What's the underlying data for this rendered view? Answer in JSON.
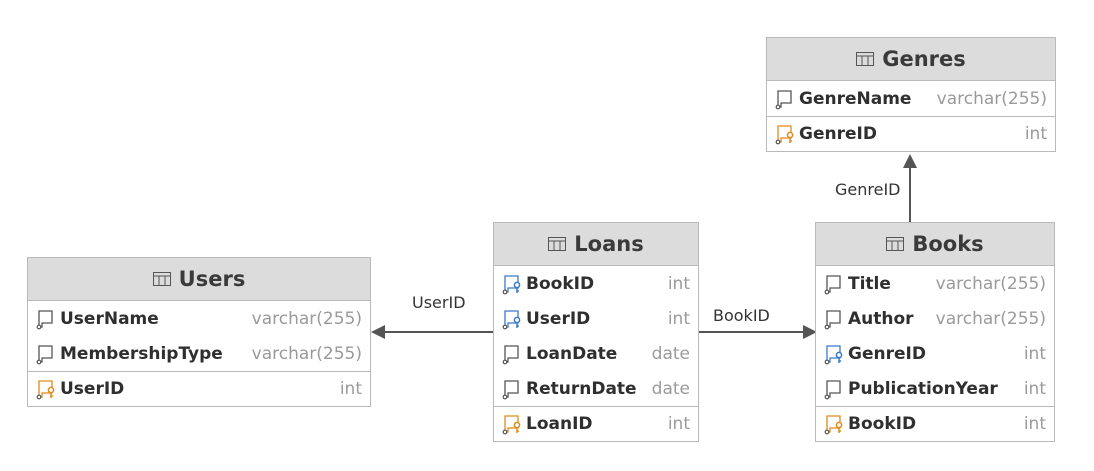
{
  "tables": {
    "genres": {
      "name": "Genres",
      "columns": [
        {
          "name": "GenreName",
          "type": "varchar(255)",
          "key": "none"
        },
        {
          "name": "GenreID",
          "type": "int",
          "key": "pk"
        }
      ]
    },
    "users": {
      "name": "Users",
      "columns": [
        {
          "name": "UserName",
          "type": "varchar(255)",
          "key": "none"
        },
        {
          "name": "MembershipType",
          "type": "varchar(255)",
          "key": "none"
        },
        {
          "name": "UserID",
          "type": "int",
          "key": "pk"
        }
      ]
    },
    "loans": {
      "name": "Loans",
      "columns": [
        {
          "name": "BookID",
          "type": "int",
          "key": "fk"
        },
        {
          "name": "UserID",
          "type": "int",
          "key": "fk"
        },
        {
          "name": "LoanDate",
          "type": "date",
          "key": "none"
        },
        {
          "name": "ReturnDate",
          "type": "date",
          "key": "none"
        },
        {
          "name": "LoanID",
          "type": "int",
          "key": "pk"
        }
      ]
    },
    "books": {
      "name": "Books",
      "columns": [
        {
          "name": "Title",
          "type": "varchar(255)",
          "key": "none"
        },
        {
          "name": "Author",
          "type": "varchar(255)",
          "key": "none"
        },
        {
          "name": "GenreID",
          "type": "int",
          "key": "fk"
        },
        {
          "name": "PublicationYear",
          "type": "int",
          "key": "none"
        },
        {
          "name": "BookID",
          "type": "int",
          "key": "pk"
        }
      ]
    }
  },
  "relations": {
    "loans_users": "UserID",
    "loans_books": "BookID",
    "books_genres": "GenreID"
  },
  "colors": {
    "pk_key": "#e08a1e",
    "fk_key": "#3a78c9",
    "header_bg": "#dcdcdc",
    "border": "#b9b9b9",
    "connector": "#555555"
  }
}
